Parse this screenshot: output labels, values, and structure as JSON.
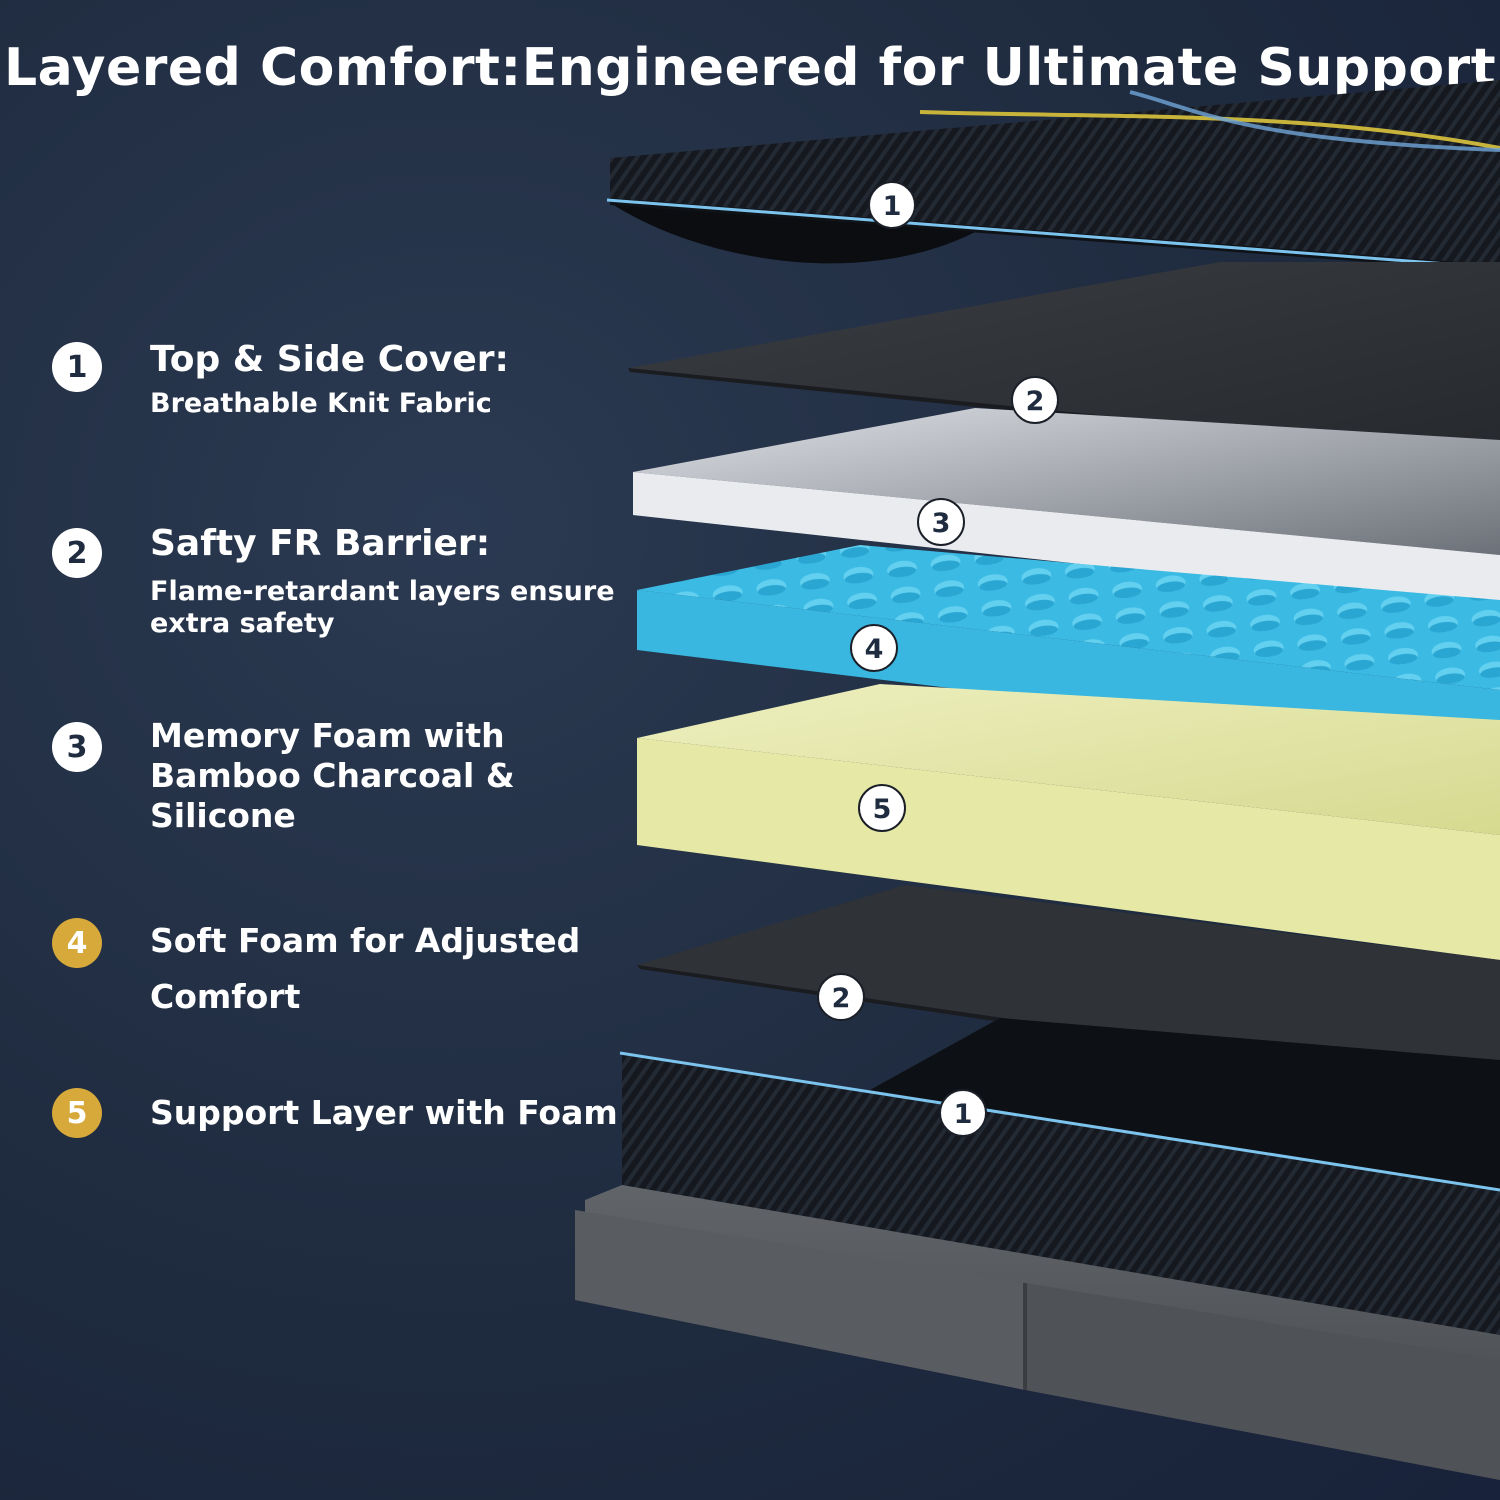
{
  "title": "Layered Comfort:Engineered for Ultimate Support",
  "legend": [
    {
      "number": "1",
      "title": "Top & Side Cover:",
      "subtitle": "Breathable Knit Fabric"
    },
    {
      "number": "2",
      "title": "Safty FR Barrier:",
      "subtitle_line1": "Flame-retardant layers ensure",
      "subtitle_line2": "extra safety"
    },
    {
      "number": "3",
      "title_line1": "Memory Foam with",
      "title_line2": "Bamboo Charcoal & Silicone"
    },
    {
      "number": "4",
      "title_line1": "Soft Foam for Adjusted",
      "title_line2": "Comfort"
    },
    {
      "number": "5",
      "title": "Support Layer with Foam"
    }
  ],
  "layer_badges": [
    "1",
    "2",
    "3",
    "4",
    "5",
    "2",
    "1"
  ],
  "colors": {
    "background": "#1f2b3f",
    "badge_gold": "#d6a93a",
    "cover": "#151a22",
    "fr_barrier": "#2f3236",
    "memory_foam": "#e6e9ee",
    "soft_foam": "#36b6e0",
    "support_foam": "#e4e7a3",
    "base": "#55585c"
  }
}
